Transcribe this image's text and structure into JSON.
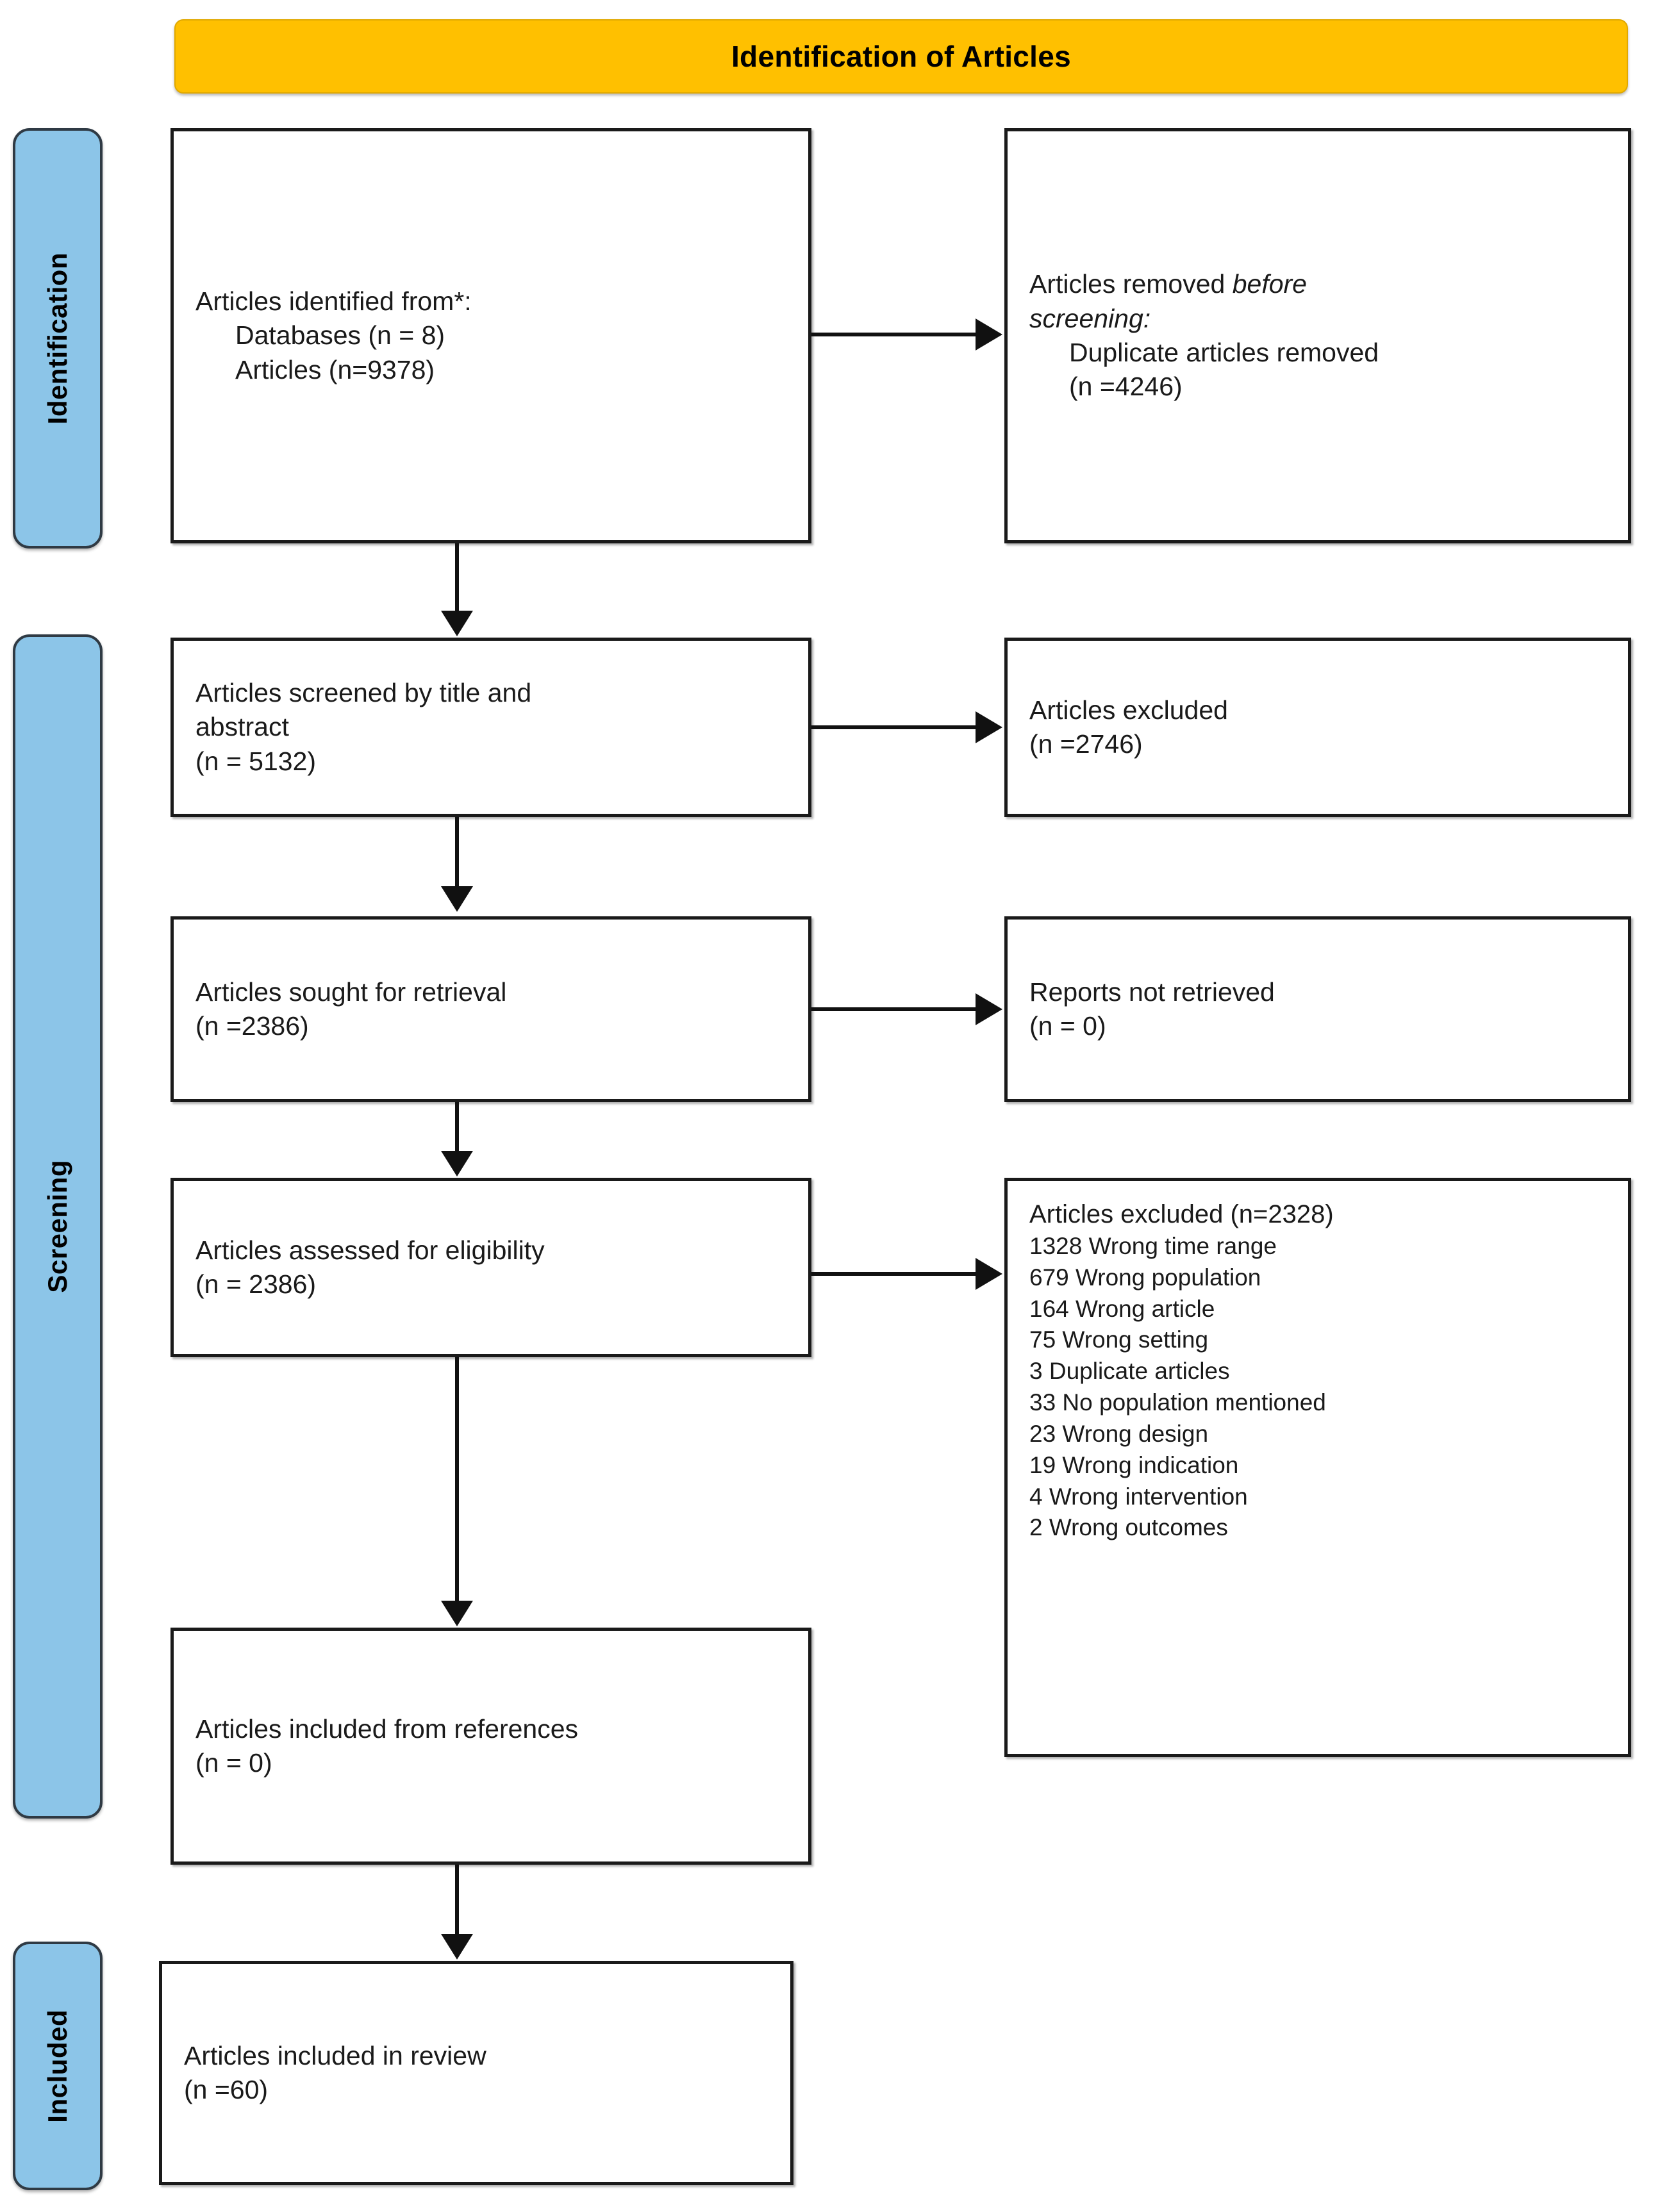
{
  "banner": {
    "title": "Identification of Articles"
  },
  "stages": [
    {
      "key": "identification",
      "label": "Identification"
    },
    {
      "key": "screening",
      "label": "Screening"
    },
    {
      "key": "included",
      "label": "Included"
    }
  ],
  "boxes": {
    "identified": {
      "lines": [
        {
          "text": "Articles identified from*:",
          "indent": false,
          "italic": false
        },
        {
          "text": "Databases (n = 8)",
          "indent": true,
          "italic": false
        },
        {
          "text": "Articles (n=9378)",
          "indent": true,
          "italic": false
        }
      ]
    },
    "removed": {
      "lines": [
        {
          "text": "Articles removed ",
          "indent": false,
          "italic": false,
          "trail_italic": "before"
        },
        {
          "text": "screening:",
          "indent": false,
          "italic": true
        },
        {
          "text": "Duplicate articles removed",
          "indent": true,
          "italic": false
        },
        {
          "text": "(n =4246)",
          "indent": true,
          "italic": false
        }
      ]
    },
    "screened": {
      "lines": [
        {
          "text": "Articles screened by title and",
          "indent": false,
          "italic": false
        },
        {
          "text": "abstract",
          "indent": false,
          "italic": false
        },
        {
          "text": "(n = 5132)",
          "indent": false,
          "italic": false
        }
      ]
    },
    "excluded": {
      "lines": [
        {
          "text": "Articles excluded",
          "indent": false,
          "italic": false
        },
        {
          "text": "(n =2746)",
          "indent": false,
          "italic": false
        }
      ]
    },
    "sought": {
      "lines": [
        {
          "text": "Articles sought for retrieval",
          "indent": false,
          "italic": false
        },
        {
          "text": "(n =2386)",
          "indent": false,
          "italic": false
        }
      ]
    },
    "not_retrieved": {
      "lines": [
        {
          "text": "Reports not retrieved",
          "indent": false,
          "italic": false
        },
        {
          "text": "(n = 0)",
          "indent": false,
          "italic": false
        }
      ]
    },
    "assessed": {
      "lines": [
        {
          "text": "Articles assessed for eligibility",
          "indent": false,
          "italic": false
        },
        {
          "text": "(n = 2386)",
          "indent": false,
          "italic": false
        }
      ]
    },
    "excluded_detail": {
      "heading": "Articles excluded (n=2328)",
      "reasons": [
        "1328 Wrong time range",
        "679 Wrong population",
        "164 Wrong article",
        "75 Wrong setting",
        "3 Duplicate articles",
        "33 No population mentioned",
        "23 Wrong design",
        "19 Wrong indication",
        "4 Wrong intervention",
        "2 Wrong outcomes"
      ]
    },
    "references": {
      "lines": [
        {
          "text": "Articles included from references",
          "indent": false,
          "italic": false
        },
        {
          "text": "(n = 0)",
          "indent": false,
          "italic": false
        }
      ]
    },
    "included_review": {
      "lines": [
        {
          "text": "Articles included in review",
          "indent": false,
          "italic": false
        },
        {
          "text": "(n =60)",
          "indent": false,
          "italic": false
        }
      ]
    }
  },
  "colors": {
    "banner_fill": "#FFC000",
    "stage_fill": "#8CC5E8",
    "stage_border": "#2F3A44",
    "box_border": "#1a1a1a",
    "connector": "#111111",
    "text": "#1a1a1a"
  }
}
